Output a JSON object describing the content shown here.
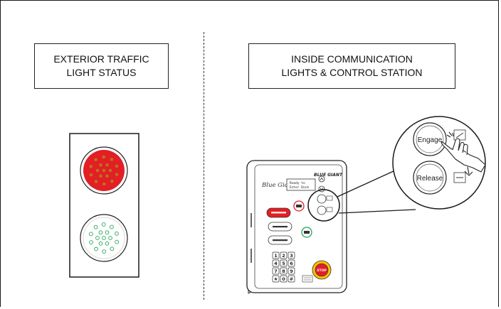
{
  "left_panel": {
    "title_line1": "EXTERIOR TRAFFIC",
    "title_line2": "LIGHT STATUS",
    "traffic_light": {
      "top_light_color": "#e31e24",
      "bottom_light_color": "#21a25a",
      "top_state": "on",
      "bottom_state": "off"
    }
  },
  "right_panel": {
    "title_line1": "INSIDE COMMUNICATION",
    "title_line2": "LIGHTS & CONTROL STATION",
    "station": {
      "brand_script": "Blue Giant",
      "brand_logo": "BLUE GIANT",
      "display_line1": "Ready to",
      "display_line2": "Enter Dock",
      "keypad_keys": [
        "1",
        "2",
        "3",
        "4",
        "5",
        "6",
        "7",
        "8",
        "9",
        "★",
        "0",
        "#"
      ],
      "stop_label": "STOP",
      "accent_red": "#e31e24",
      "accent_green": "#21a25a"
    },
    "zoom_callout": {
      "engage_label": "Engage",
      "release_label": "Release"
    }
  }
}
